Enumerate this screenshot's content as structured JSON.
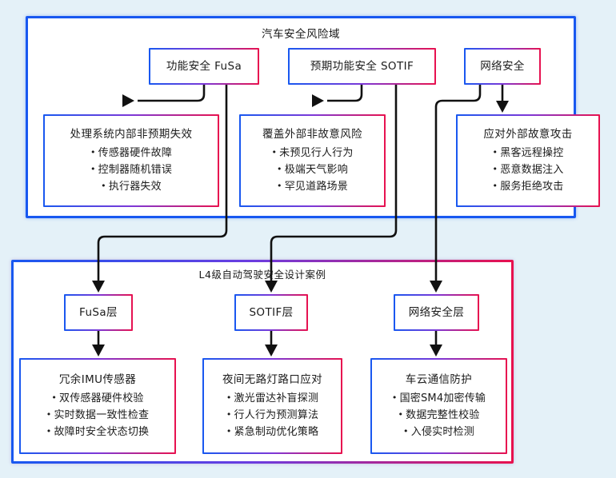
{
  "groups": {
    "top": {
      "title": "汽车安全风险域"
    },
    "bottom": {
      "title": "L4级自动驾驶安全设计案例"
    }
  },
  "pillars": [
    {
      "id": "fusa",
      "label": "功能安全 FuSa"
    },
    {
      "id": "sotif",
      "label": "预期功能安全 SOTIF"
    },
    {
      "id": "cyber",
      "label": "网络安全"
    }
  ],
  "top_details": [
    {
      "id": "fusa-detail",
      "title": "处理系统内部非预期失效",
      "items": [
        "传感器硬件故障",
        "控制器随机错误",
        "执行器失效"
      ]
    },
    {
      "id": "sotif-detail",
      "title": "覆盖外部非故意风险",
      "items": [
        "未预见行人行为",
        "极端天气影响",
        "罕见道路场景"
      ]
    },
    {
      "id": "cyber-detail",
      "title": "应对外部故意攻击",
      "items": [
        "黑客远程操控",
        "恶意数据注入",
        "服务拒绝攻击"
      ]
    }
  ],
  "layers": [
    {
      "id": "fusa-layer",
      "label": "FuSa层"
    },
    {
      "id": "sotif-layer",
      "label": "SOTIF层"
    },
    {
      "id": "cyber-layer",
      "label": "网络安全层"
    }
  ],
  "bottom_details": [
    {
      "id": "fusa-case",
      "title": "冗余IMU传感器",
      "items": [
        "双传感器硬件校验",
        "实时数据一致性检查",
        "故障时安全状态切换"
      ]
    },
    {
      "id": "sotif-case",
      "title": "夜间无路灯路口应对",
      "items": [
        "激光雷达补盲探测",
        "行人行为预测算法",
        "紧急制动优化策略"
      ]
    },
    {
      "id": "cyber-case",
      "title": "车云通信防护",
      "items": [
        "国密SM4加密传输",
        "数据完整性校验",
        "入侵实时检测"
      ]
    }
  ],
  "colors": {
    "group_top_border": "#1858f0",
    "gradient_start": "#1858f0",
    "gradient_end": "#e8114e",
    "arrow": "#111111",
    "background_pattern": "#e4f1f8",
    "text": "#1b1b1b"
  }
}
